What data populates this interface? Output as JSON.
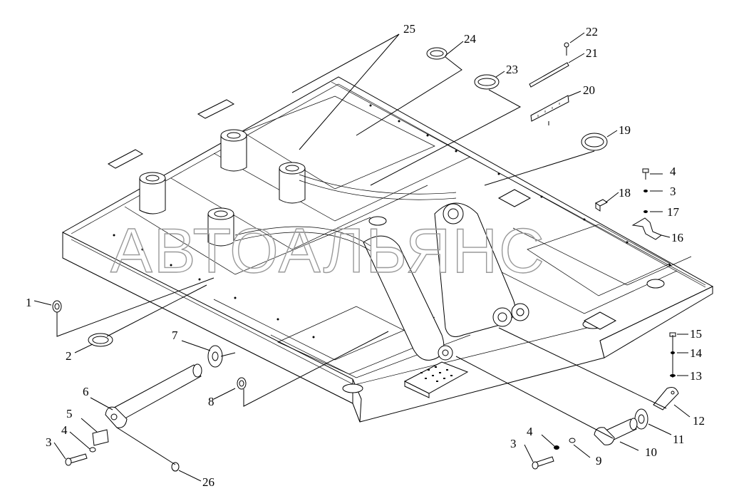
{
  "callouts": [
    "1",
    "2",
    "3",
    "4",
    "5",
    "6",
    "7",
    "8",
    "9",
    "10",
    "11",
    "12",
    "13",
    "14",
    "15",
    "16",
    "17",
    "18",
    "19",
    "20",
    "21",
    "22",
    "23",
    "24",
    "25",
    "26"
  ],
  "extra_callouts": {
    "a3": "3",
    "a4": "4",
    "b3": "3",
    "b4": "4"
  },
  "watermark": "АВТОАЛЬЯНС"
}
